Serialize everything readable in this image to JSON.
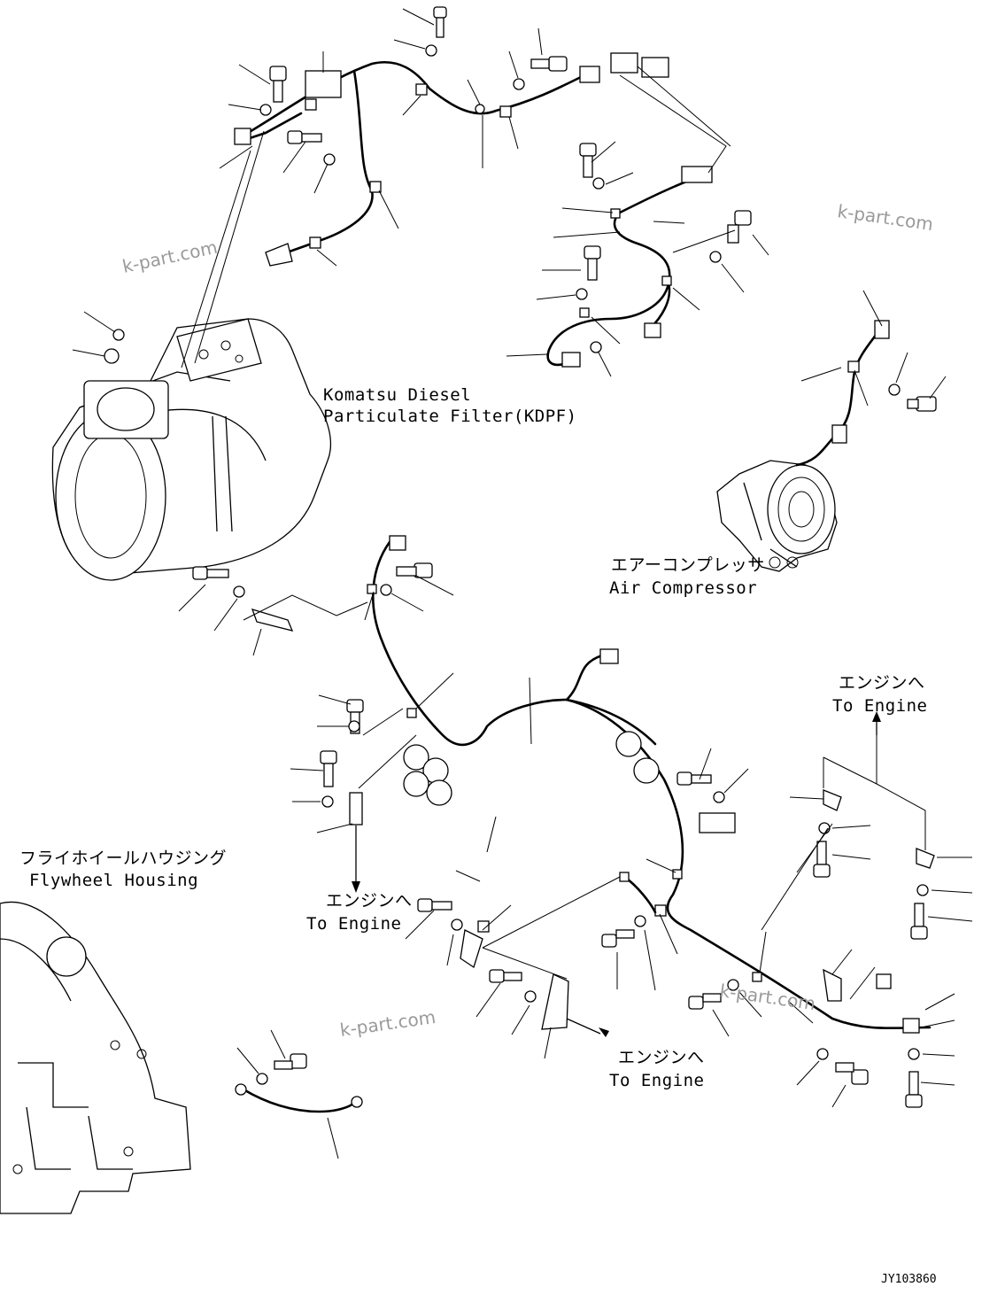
{
  "labels": {
    "kdpf_line1": "Komatsu Diesel",
    "kdpf_line2": "Particulate Filter(KDPF)",
    "air_comp_jp": "エアーコンプレッサ",
    "air_comp_en": "Air Compressor",
    "flywheel_jp": "フライホイールハウジング",
    "flywheel_en": "Flywheel Housing",
    "to_engine_jp": "エンジンへ",
    "to_engine_en": "To Engine"
  },
  "watermark": "k-part.com",
  "drawing_code": "JY103860"
}
